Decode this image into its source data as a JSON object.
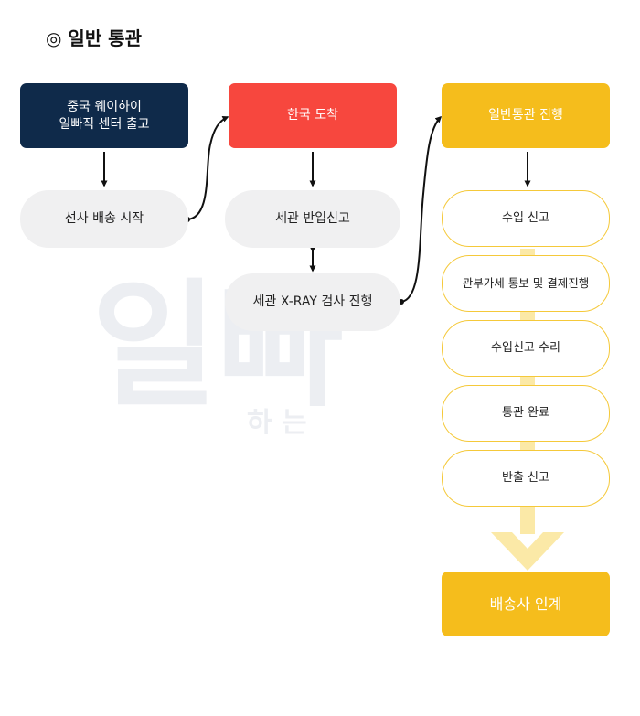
{
  "page": {
    "title": "◎ 일반 통관"
  },
  "watermark": {
    "main": "일빠",
    "sub": "하 는"
  },
  "nodes": {
    "china_warehouse": "중국 웨이하이\n일빠직 센터 출고",
    "shipping_start": "선사 배송 시작",
    "korea_arrival": "한국 도착",
    "customs_inbound": "세관 반입신고",
    "customs_xray": "세관 X-RAY 검사 진행",
    "general_clearance": "일반통관 진행",
    "import_declaration": "수입 신고",
    "tariff_notice": "관부가세 통보 및 결제진행",
    "import_accepted": "수입신고 수리",
    "clearance_complete": "통관 완료",
    "export_declaration": "반출 신고",
    "delivery_handover": "배송사 인계"
  },
  "colors": {
    "dark_navy": "#0f2a4a",
    "red": "#f7473e",
    "yellow": "#f5bd1c",
    "light_gray": "#f0f0f1",
    "light_yellow": "#fbe9a7"
  }
}
